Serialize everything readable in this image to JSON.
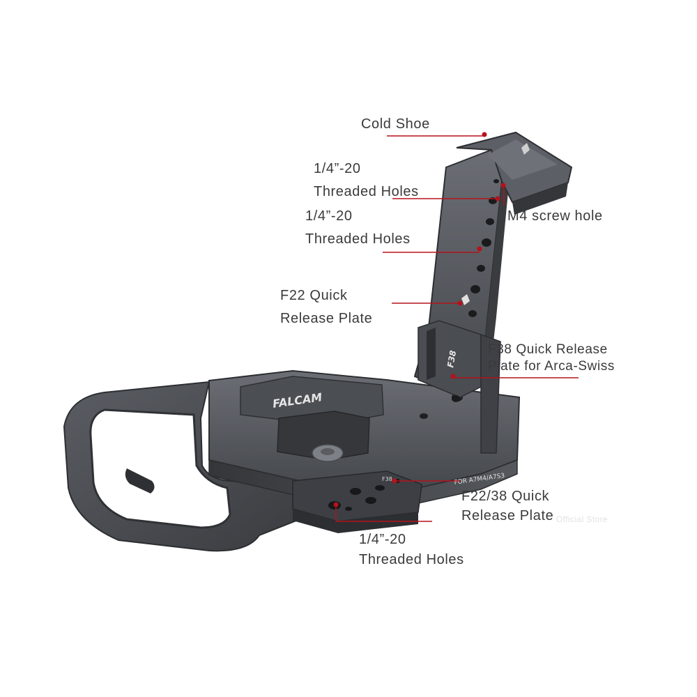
{
  "callouts": {
    "cold_shoe": {
      "lines": [
        "Cold Shoe"
      ]
    },
    "threaded_holes_top": {
      "lines": [
        "1/4”-20",
        "Threaded Holes"
      ]
    },
    "m4_screw_hole": {
      "lines": [
        "M4 screw hole"
      ]
    },
    "threaded_holes_mid": {
      "lines": [
        "1/4”-20",
        "Threaded Holes"
      ]
    },
    "f22_plate": {
      "lines": [
        "F22 Quick",
        "Release Plate"
      ]
    },
    "f38_arca": {
      "lines": [
        "F38 Quick Release",
        "Plate for Arca-Swiss"
      ]
    },
    "f22_38_plate": {
      "lines": [
        "F22/38 Quick",
        "Release Plate"
      ]
    },
    "threaded_holes_bottom": {
      "lines": [
        "1/4”-20",
        "Threaded Holes"
      ]
    }
  },
  "product_marks": {
    "brand": "FALCAM",
    "plate_code": "F38",
    "model_text": "FOR A7M4/A7S3",
    "plate_code_small": "F38"
  },
  "watermark": "Official Store",
  "colors": {
    "leader": "#b5121b",
    "text": "#3a3a3a",
    "metal_dark": "#3c3e43",
    "metal_mid": "#55585e",
    "metal_light": "#7a7d83",
    "background": "#ffffff"
  }
}
